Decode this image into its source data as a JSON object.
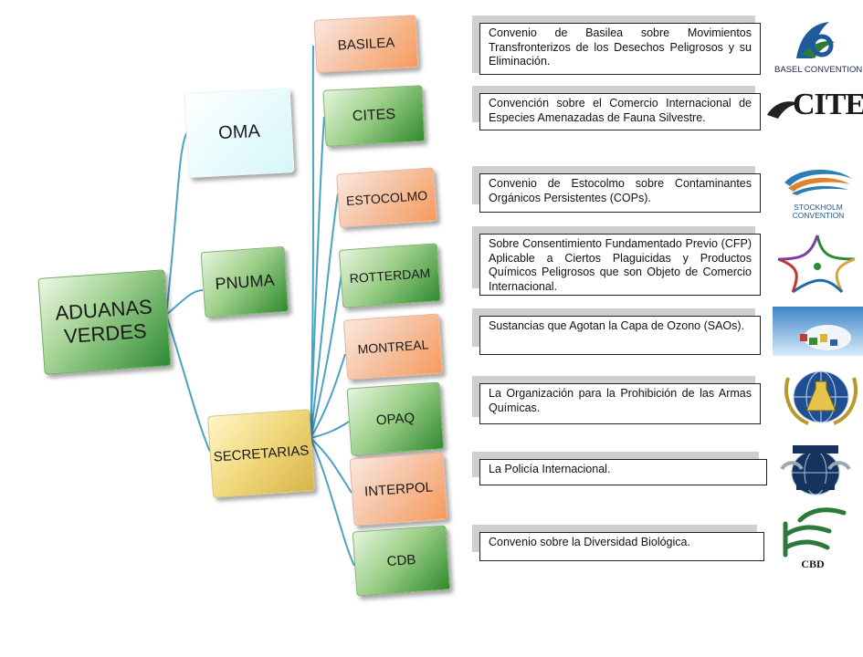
{
  "root": {
    "label": "ADUANAS\nVERDES"
  },
  "level1": [
    {
      "id": "oma",
      "label": "OMA"
    },
    {
      "id": "pnuma",
      "label": "PNUMA"
    },
    {
      "id": "secretarias",
      "label": "SECRETARIAS"
    }
  ],
  "conventions": [
    {
      "id": "basilea",
      "label": "BASILEA",
      "description": "Convenio de Basilea sobre Movimientos Transfronterizos de los Desechos Peligrosos y su Eliminación.",
      "logo": "basel-convention-logo",
      "logo_text": "BASEL CONVENTION"
    },
    {
      "id": "cites",
      "label": "CITES",
      "description": "Convención sobre el Comercio Internacional de Especies Amenazadas de Fauna Silvestre.",
      "logo": "cites-logo",
      "logo_text": "CITES"
    },
    {
      "id": "estocolmo",
      "label": "ESTOCOLMO",
      "description": "Convenio de Estocolmo sobre Contaminantes Orgánicos Persistentes (COPs).",
      "logo": "stockholm-convention-logo",
      "logo_text": "STOCKHOLM\nCONVENTION"
    },
    {
      "id": "rotterdam",
      "label": "ROTTERDAM",
      "description": "Sobre Consentimiento Fundamentado Previo (CFP) Aplicable a Ciertos Plaguicidas y Productos Químicos Peligrosos que son Objeto de Comercio Internacional.",
      "logo": "rotterdam-star-logo"
    },
    {
      "id": "montreal",
      "label": "MONTREAL",
      "description": "Sustancias que Agotan la Capa de Ozono (SAOs).",
      "logo": "ozone-photo"
    },
    {
      "id": "opaq",
      "label": "OPAQ",
      "description": "La Organización para la Prohibición de las Armas Químicas.",
      "logo": "opcw-emblem"
    },
    {
      "id": "interpol",
      "label": "INTERPOL",
      "description": "La Policía Internacional.",
      "logo": "interpol-emblem"
    },
    {
      "id": "cdb",
      "label": "CDB",
      "description": "Convenio  sobre la Diversidad  Biológica.",
      "logo": "cbd-logo",
      "logo_text": "CBD"
    }
  ],
  "colors": {
    "connector": "#4aa3c3",
    "green": "#2f8a2f",
    "orange": "#f79a5c",
    "yellow": "#d8b44a",
    "cyan": "#d6f6fa"
  }
}
